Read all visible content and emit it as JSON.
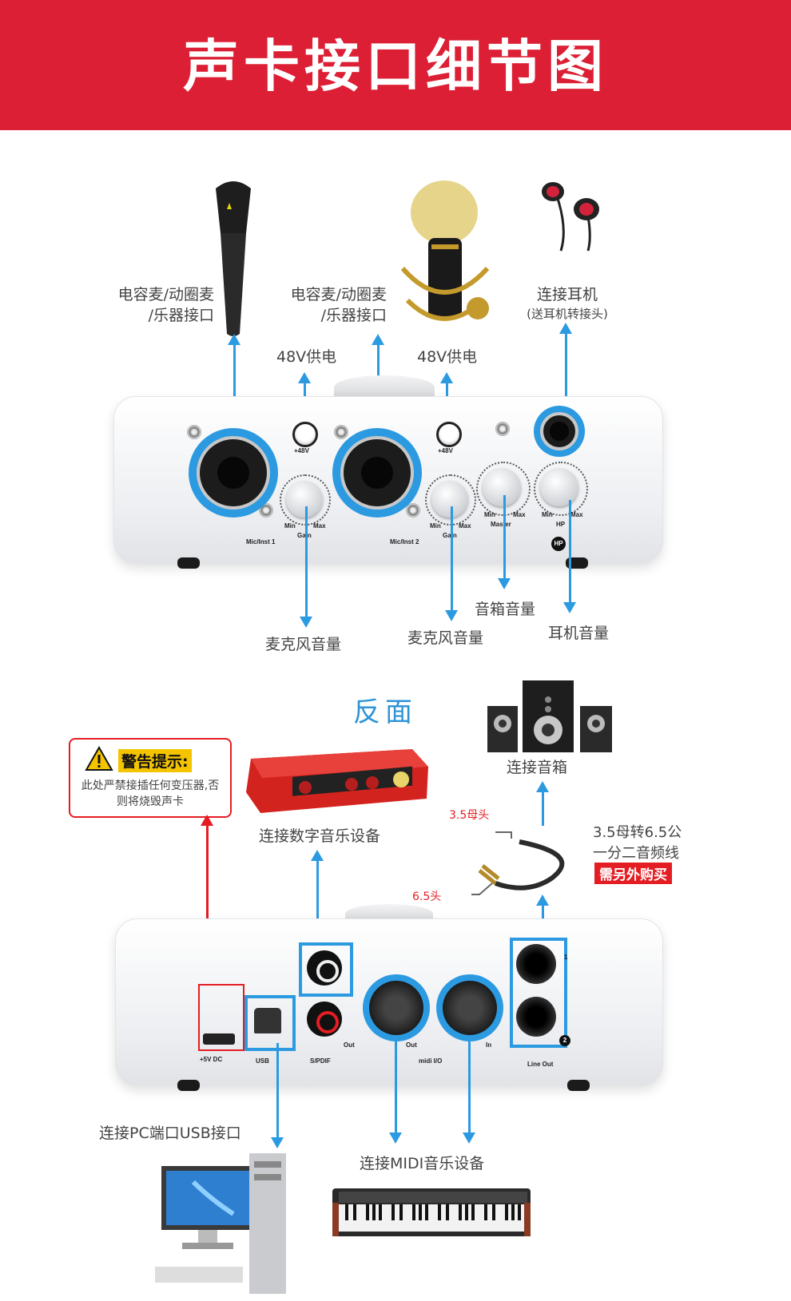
{
  "banner": {
    "title": "声卡接口细节图"
  },
  "front": {
    "mic1_label": "电容麦/动圈麦\n/乐器接口",
    "mic2_label": "电容麦/动圈麦\n/乐器接口",
    "headphone_label": "连接耳机",
    "headphone_sub": "(送耳机转接头)",
    "phantom1": "48V供电",
    "phantom2": "48V供电",
    "panel": {
      "plus48_1": "+48V",
      "plus48_2": "+48V",
      "mic_inst_1": "Mic/Inst 1",
      "mic_inst_2": "Mic/Inst 2",
      "gain": "Gain",
      "min": "Min",
      "max": "Max",
      "master": "Master",
      "hp": "HP",
      "hp_badge": "HP"
    },
    "mic_vol_1": "麦克风音量",
    "mic_vol_2": "麦克风音量",
    "speaker_vol": "音箱音量",
    "headphone_vol": "耳机音量"
  },
  "back": {
    "section_title": "反面",
    "warning": {
      "title": "警告提示:",
      "body": "此处严禁接插任何变压器,否则将烧毁声卡"
    },
    "digital_label": "连接数字音乐设备",
    "speaker_label": "连接音箱",
    "cable_label": "3.5母转6.5公\n一分二音频线",
    "buy_label": "需另外购买",
    "jack35": "3.5母头",
    "jack65": "6.5头",
    "panel": {
      "dc": "+5V DC",
      "usb": "USB",
      "spdif": "S/PDIF",
      "out": "Out",
      "midi_out": "Out",
      "midi_in": "In",
      "midi_io": "midi I/O",
      "line_out": "Line Out",
      "ch1": "1",
      "ch2": "2"
    },
    "pc_label": "连接PC端口USB接口",
    "midi_label": "连接MIDI音乐设备"
  },
  "colors": {
    "banner": "#dc1f34",
    "accent_blue": "#2c9ae1",
    "warn_red": "#e41d23",
    "warn_yellow": "#f5c400"
  }
}
